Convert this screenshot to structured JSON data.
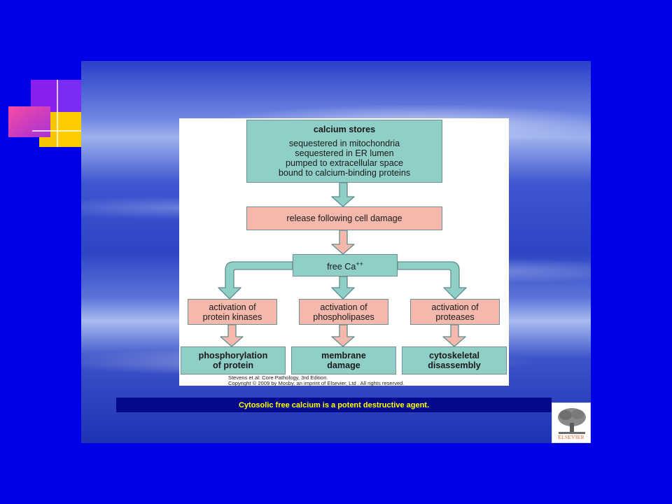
{
  "diagram": {
    "calcium_stores": {
      "title": "calcium stores",
      "items": "sequestered in mitochondria\nsequestered in ER lumen\npumped to extracellular space\nbound to calcium-binding proteins"
    },
    "release": "release following cell damage",
    "free_ca": "free Ca",
    "free_ca_sup": "++",
    "activations": [
      "activation of\nprotein kinases",
      "activation of\nphospholipases",
      "activation of\nproteases"
    ],
    "outcomes": [
      "phosphorylation\nof protein",
      "membrane\ndamage",
      "cytoskeletal\ndisassembly"
    ],
    "credit_line1": "Stevens et al: Core Pathology, 3rd Edition.",
    "credit_line2": "Copyright © 2009 by Mosby, an imprint of Elsevier, Ltd . All rights reserved."
  },
  "caption": "Cytosolic free calcium is a potent destructive agent.",
  "logo_text": "ELSEVIER",
  "colors": {
    "slide_bg": "#0000e6",
    "teal_box": "#8fcfc7",
    "pink_box": "#f4b8ac",
    "caption_bg": "#050a8c",
    "caption_text": "#ffff00"
  }
}
